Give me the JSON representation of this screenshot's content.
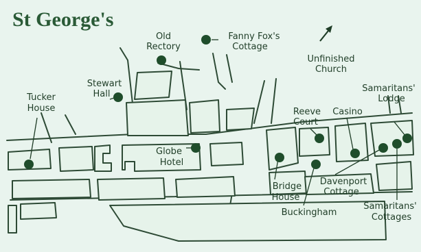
{
  "title": "St George's",
  "colors": {
    "background": "#e9f4ee",
    "block_fill": "#e6f3ea",
    "outline": "#2d4a35",
    "marker": "#1f4d2b",
    "title": "#2a5a36"
  },
  "arrow": {
    "icon": "north-arrow-icon",
    "label_line1": "Unfinished",
    "label_line2": "Church"
  },
  "places": [
    {
      "id": "old-rectory",
      "lines": [
        "Old",
        "Rectory"
      ]
    },
    {
      "id": "fanny-foxs-cottage",
      "lines": [
        "Fanny Fox's",
        "Cottage"
      ]
    },
    {
      "id": "stewart-hall",
      "lines": [
        "Stewart",
        "Hall"
      ]
    },
    {
      "id": "tucker-house",
      "lines": [
        "Tucker",
        "House"
      ]
    },
    {
      "id": "globe-hotel",
      "lines": [
        "Globe",
        "Hotel"
      ]
    },
    {
      "id": "reeve-court",
      "lines": [
        "Reeve",
        "Court"
      ]
    },
    {
      "id": "casino",
      "lines": [
        "Casino"
      ]
    },
    {
      "id": "samaritans-lodge",
      "lines": [
        "Samaritans'",
        "Lodge"
      ]
    },
    {
      "id": "bridge-house",
      "lines": [
        "Bridge",
        "House"
      ]
    },
    {
      "id": "davenport-cottage",
      "lines": [
        "Davenport",
        "Cottage"
      ]
    },
    {
      "id": "buckingham",
      "lines": [
        "Buckingham"
      ]
    },
    {
      "id": "samaritans-cottages",
      "lines": [
        "Samaritans'",
        "Cottages"
      ]
    }
  ]
}
